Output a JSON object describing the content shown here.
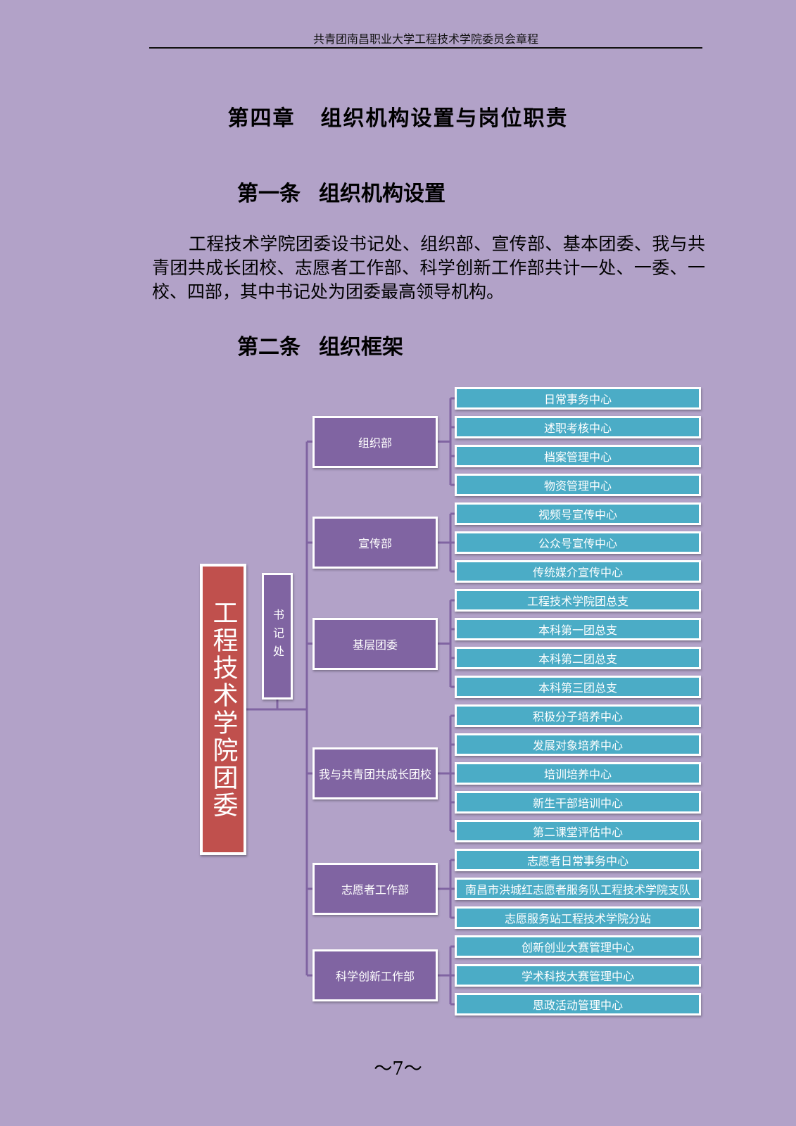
{
  "header": {
    "title": "共青团南昌职业大学工程技术学院委员会章程"
  },
  "chapter": {
    "number": "第四章",
    "title": "组织机构设置与岗位职责"
  },
  "article1": {
    "number": "第一条",
    "title": "组织机构设置"
  },
  "paragraph": "工程技术学院团委设书记处、组织部、宣传部、基本团委、我与共青团共成长团校、志愿者工作部、科学创新工作部共计一处、一委、一校、四部，其中书记处为团委最高领导机构。",
  "article2": {
    "number": "第二条",
    "title": "组织框架"
  },
  "org": {
    "root": "工程技术学院团委",
    "secretary": "书记处",
    "departments": [
      {
        "name": "组织部",
        "centers": [
          "日常事务中心",
          "述职考核中心",
          "档案管理中心",
          "物资管理中心"
        ]
      },
      {
        "name": "宣传部",
        "centers": [
          "视频号宣传中心",
          "公众号宣传中心",
          "传统媒介宣传中心"
        ]
      },
      {
        "name": "基层团委",
        "centers": [
          "工程技术学院团总支",
          "本科第一团总支",
          "本科第二团总支",
          "本科第三团总支"
        ]
      },
      {
        "name": "我与共青团共成长团校",
        "centers": [
          "积极分子培养中心",
          "发展对象培养中心",
          "培训培养中心",
          "新生干部培训中心",
          "第二课堂评估中心"
        ]
      },
      {
        "name": "志愿者工作部",
        "centers": [
          "志愿者日常事务中心",
          "南昌市洪城红志愿者服务队工程技术学院支队",
          "志愿服务站工程技术学院分站"
        ]
      },
      {
        "name": "科学创新工作部",
        "centers": [
          "创新创业大赛管理中心",
          "学术科技大赛管理中心",
          "思政活动管理中心"
        ]
      }
    ]
  },
  "colors": {
    "background": "#b2a2c8",
    "root": "#c0504d",
    "department": "#8064a2",
    "center": "#4bacc6",
    "connector": "#8064a2"
  },
  "page_number": "～7～"
}
